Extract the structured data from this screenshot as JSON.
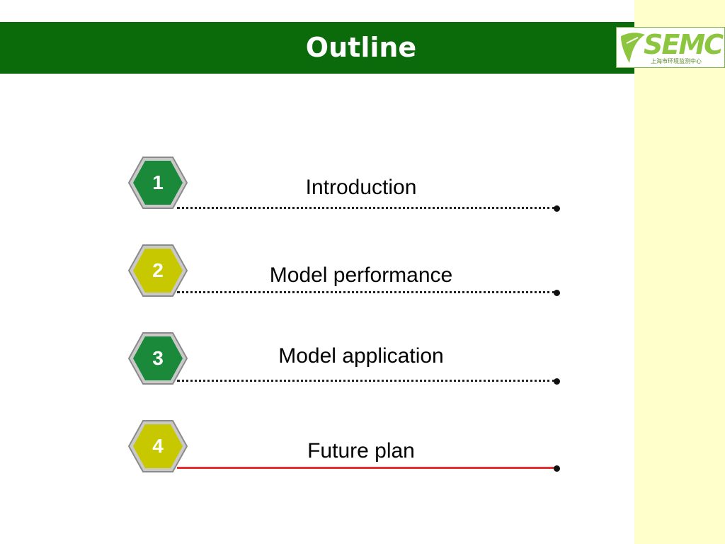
{
  "slide": {
    "title": "Outline",
    "logo": {
      "letters": "SEMC",
      "subtitle": "上海市环境监测中心",
      "icon": "leaf-logo-icon"
    },
    "items": [
      {
        "number": "1",
        "label": "Introduction",
        "badge_color": "#1a8a3a",
        "active": false
      },
      {
        "number": "2",
        "label": "Model performance",
        "badge_color": "#c8c800",
        "active": false
      },
      {
        "number": "3",
        "label": "Model application",
        "badge_color": "#1a8a3a",
        "active": false
      },
      {
        "number": "4",
        "label": "Future plan",
        "badge_color": "#c8c800",
        "active": true
      }
    ]
  },
  "colors": {
    "title_bar": "#0b6b0b",
    "side_strip": "#ffffcc",
    "active_underline": "#e53030"
  }
}
